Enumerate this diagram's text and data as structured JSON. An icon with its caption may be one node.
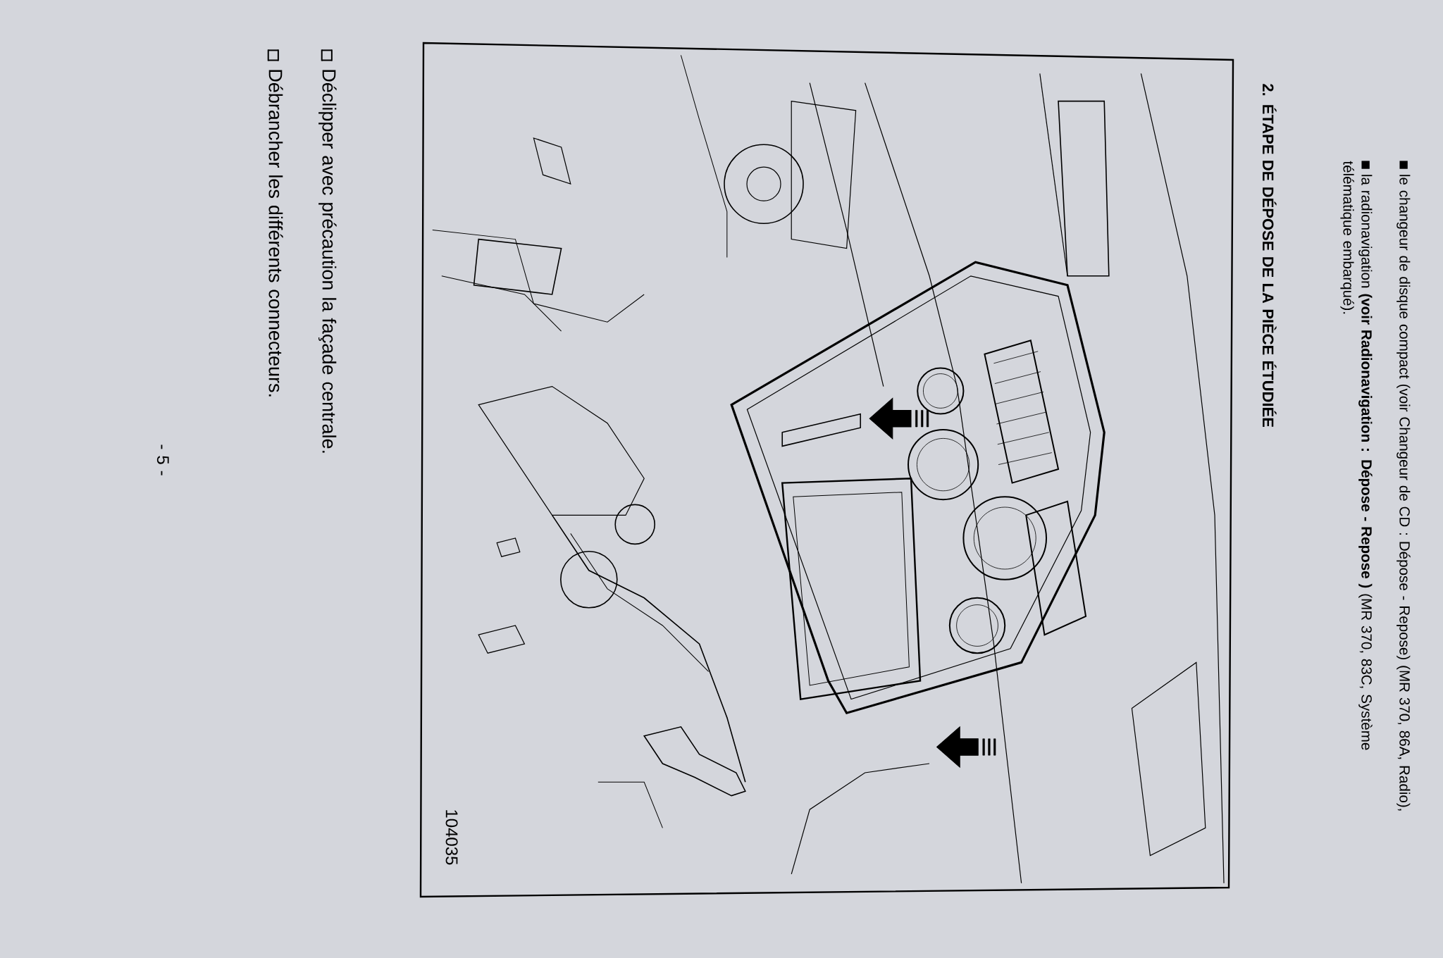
{
  "diagram": {
    "title": "2. ÉTAPE DE DÉPOSE DE LA PIÈCE ÉTUDIÉE",
    "labels": [
      "le changeur de disque compact (voir Changeur de CD : Dépose - Repose) (MR 370, 86A, Radio),",
      "la radionavigation **(voir Radionavigation : Dépose - Repose )** (MR 370, 83C, Système télématique embarqué).",
      "Déclipper avec précaution la façade centrale.",
      "Débrancher les différents connecteurs.",
      "104035",
      "- 5 -"
    ]
  }
}
